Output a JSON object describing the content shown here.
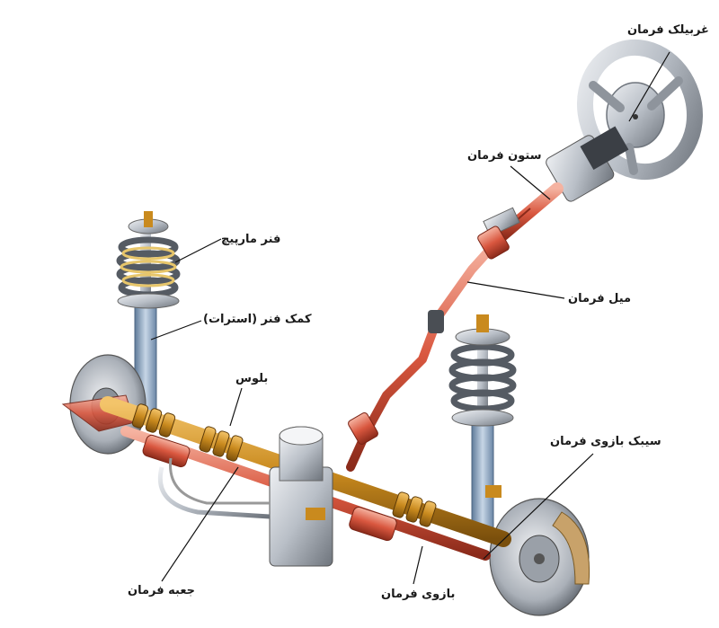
{
  "labels": {
    "steering_wheel": "غربیلک فرمان",
    "steering_column": "ستون فرمان",
    "coil_spring": "فنر مارپیچ",
    "shock_strut": "کمک فنر (استرات)",
    "bellows": "بلوس",
    "steering_shaft": "میل فرمان",
    "tie_rod_end": "سیبک بازوی فرمان",
    "steering_box": "جعبه فرمان",
    "tie_rod": "بازوی فرمان"
  },
  "colors": {
    "rack": "#c98a1e",
    "rack_dark": "#7a4f0c",
    "red_parts": "#d9573f",
    "steel": "#b9bfc7",
    "steel_dark": "#6e747c",
    "strut_blue": "#8fa8c4",
    "spring": "#555b63",
    "spring_light": "#e7c66b"
  }
}
